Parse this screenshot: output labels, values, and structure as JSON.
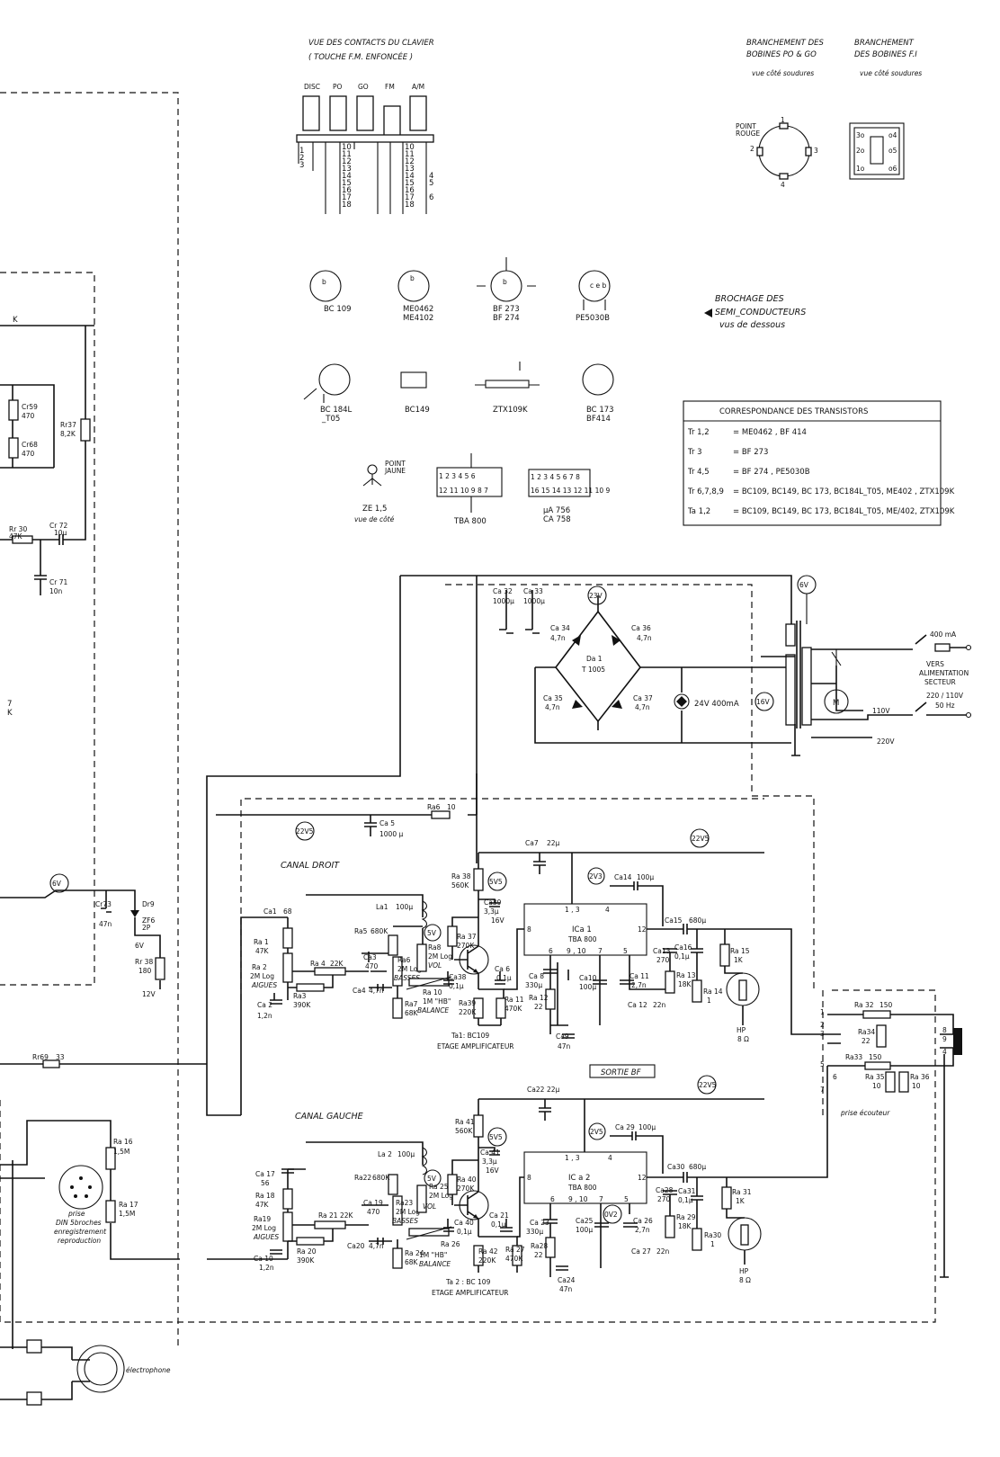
{
  "keyboard": {
    "title1": "VUE DES CONTACTS DU CLAVIER",
    "title2": "( TOUCHE F.M. ENFONCÉE )",
    "keys": [
      "DISC",
      "PO",
      "GO",
      "FM",
      "A/M"
    ]
  },
  "coils": {
    "po_go_title1": "BRANCHEMENT DES",
    "po_go_title2": "BOBINES PO & GO",
    "po_go_sub": "vue côté soudures",
    "fi_title1": "BRANCHEMENT",
    "fi_title2": "DES BOBINES F.I",
    "fi_sub": "vue côté soudures",
    "point_rouge1": "POINT",
    "point_rouge2": "ROUGE"
  },
  "pinout": {
    "title1": "BROCHAGE DES",
    "title2": "SEMI_CONDUCTEURS",
    "title3": "vus de dessous",
    "p1": "BC 109",
    "p2a": "ME0462",
    "p2b": "ME4102",
    "p3a": "BF 273",
    "p3b": "BF 274",
    "p4": "PE5030B",
    "p5a": "BC 184L",
    "p5b": "_T05",
    "p6": "BC149",
    "p7": "ZTX109K",
    "p8a": "BC 173",
    "p8b": "BF414",
    "p9a": "ZE 1,5",
    "p9b": "vue de côté",
    "p9pt1": "POINT",
    "p9pt2": "JAUNE",
    "p10": "TBA 800",
    "p11a": "µA 756",
    "p11b": "CA 758"
  },
  "table": {
    "title": "CORRESPONDANCE DES TRANSISTORS",
    "rows": [
      {
        "k": "Tr 1,2",
        "v": "= ME0462 , BF 414"
      },
      {
        "k": "Tr 3",
        "v": "= BF 273"
      },
      {
        "k": "Tr 4,5",
        "v": "= BF 274 , PE5030B"
      },
      {
        "k": "Tr 6,7,8,9",
        "v": "= BC109, BC149, BC 173, BC184L_T05, ME402 , ZTX109K"
      },
      {
        "k": "Ta 1,2",
        "v": "= BC109, BC149, BC 173, BC184L_T05, ME/402, ZTX109K"
      }
    ]
  },
  "power": {
    "ca32": "Ca 32",
    "ca32v": "1000µ",
    "ca33": "Ca 33",
    "ca33v": "1000µ",
    "ca34": "Ca 34",
    "ca34v": "4,7n",
    "ca36": "Ca 36",
    "ca36v": "4,7n",
    "ca35": "Ca 35",
    "ca35v": "4,7n",
    "ca37": "Ca 37",
    "ca37v": "4,7n",
    "da1": "Da 1",
    "da1v": "T 1005",
    "lamp": "24V  400mA",
    "v23": "23V",
    "v6": "6V",
    "v16": "16V",
    "fuse": "400 mA",
    "mains1": "VERS",
    "mains2": "ALIMENTATION",
    "mains3": "SECTEUR",
    "mains4": "220 / 110V",
    "mains5": "50 Hz",
    "v110": "110V",
    "v220": "220V",
    "motor": "M"
  },
  "left": {
    "k1": "K",
    "cr59": "Cr59",
    "cr59v": "470",
    "cr68": "Cr68",
    "cr68v": "470",
    "rr37": "Rr37",
    "rr37v": "8,2K",
    "rr30": "Rr 30",
    "rr30v": "47K",
    "cr72": "Cr 72",
    "cr72v": "10µ",
    "cr71": "Cr 71",
    "cr71v": "10n",
    "n7": "7",
    "k2": "K",
    "v6b": "6V",
    "cr73": "Cr73",
    "cr73v": "47n",
    "dr9": "Dr9",
    "zf6": "ZF6",
    "zf6v": "2P",
    "v6c": "6V",
    "rr38": "Rr 38",
    "rr38v": "180",
    "v12": "12V",
    "rr69": "Rr69",
    "rr69v": "33",
    "ra16": "Ra 16",
    "ra16v": "1,5M",
    "ra17": "Ra 17",
    "ra17v": "1,5M",
    "din1": "prise",
    "din2": "DIN 5broches",
    "din3": "enregistrement",
    "din4": "reproduction",
    "elec": "électrophone"
  },
  "supply": {
    "ra6": "Ra6",
    "ra6v": "10",
    "ca5": "Ca 5",
    "ca5v": "1000 µ",
    "v22": "22V5"
  },
  "ch_right": {
    "title": "CANAL  DROIT",
    "ca1": "Ca1",
    "ca1v": "68",
    "ra1": "Ra 1",
    "ra1v": "47K",
    "ra2": "Ra 2",
    "ra2v": "2M Log",
    "ra2f": "AIGUES",
    "ca2": "Ca 2",
    "ca2v": "1,2n",
    "ra3": "Ra3",
    "ra3v": "390K",
    "ra4": "Ra 4",
    "ra4v": "22K",
    "la1": "La1",
    "la1v": "100µ",
    "ra5": "Ra5",
    "ra5v": "680K",
    "ca3": "Ca3",
    "ca3v": "470",
    "ca4": "Ca4",
    "ca4v": "4,7n",
    "ra6b": "Ra6",
    "ra6bv": "2M Log",
    "ra6bf": "BASSES",
    "ra7": "Ra7",
    "ra7v": "68K",
    "ra8": "Ra8",
    "ra8v": "2M Log",
    "ra8f": "VOL",
    "ra10": "Ra 10",
    "ra10v": "1M \"HB\"",
    "ra10f": "BALANCE",
    "v5a": "5V",
    "ra37": "Ra 37",
    "ra37v": "270K",
    "ca38": "Ca38",
    "ca38v": "0,1µ",
    "ra38": "Ra 38",
    "ra38v": "560K",
    "v5b": "5V5",
    "ca39": "Ca39",
    "ca39v": "3,3µ",
    "ca39w": "16V",
    "ra39": "Ra39",
    "ra39v": "220K",
    "ra11": "Ra 11",
    "ra11v": "470K",
    "ca6": "Ca 6",
    "ca6v": "0,1µ",
    "ta1": "Ta1: BC109",
    "etage": "ETAGE AMPLIFICATEUR",
    "ca7": "Ca7",
    "ca7v": "22µ",
    "v22b": "22V5",
    "v2": "2V3",
    "ca14": "Ca14",
    "ca14v": "100µ",
    "ic_pins_top": "1 , 3",
    "ic_pin4": "4",
    "ic_pin8": "8",
    "ic_pin12": "12",
    "ic_name": "ICa  1",
    "ic_type": "TBA 800",
    "ic_p6": "6",
    "ic_p910": "9 , 10",
    "ic_p7": "7",
    "ic_p5": "5",
    "ca8": "Ca 8",
    "ca8v": "330µ",
    "ra12": "Ra 12",
    "ra12v": "22",
    "ca9": "Ca9",
    "ca9v": "47n",
    "ca10": "Ca10",
    "ca10v": "100µ",
    "ca11": "Ca 11",
    "ca11v": "2,7n",
    "ca12": "Ca 12",
    "ca12v": "22n",
    "ca13": "Ca13",
    "ca13v": "270",
    "ra13": "Ra 13",
    "ra13v": "18K",
    "ca15": "Ca15",
    "ca15v": "680µ",
    "ca16": "Ca16",
    "ca16v": "0,1µ",
    "ra14": "Ra 14",
    "ra14v": "1",
    "ra15": "Ra 15",
    "ra15v": "1K",
    "hp": "HP",
    "hpv": "8 Ω"
  },
  "sortie": "SORTIE  BF",
  "ch_left": {
    "title": "CANAL  GAUCHE",
    "ca17": "Ca 17",
    "ca17v": "56",
    "ra18": "Ra 18",
    "ra18v": "47K",
    "ra19": "Ra19",
    "ra19v": "2M Log",
    "ra19f": "AIGUES",
    "ca10b": "Ca 10",
    "ca10bv": "1,2n",
    "ra20": "Ra 20",
    "ra20v": "390K",
    "ra21": "Ra 21",
    "ra21v": "22K",
    "la2": "La 2",
    "la2v": "100µ",
    "ra22": "Ra22",
    "ra22v": "680K",
    "ca19": "Ca 19",
    "ca19v": "470",
    "ca20": "Ca20",
    "ca20v": "4,7n",
    "ra23": "Ra23",
    "ra23v": "2M Log",
    "ra23f": "BASSES",
    "ra24": "Ra 24",
    "ra24v": "68K",
    "ra25": "Ra 25",
    "ra25v": "2M Log",
    "ra25f": "VOL",
    "ra26": "Ra 26",
    "ra26v": "1M \"HB\"",
    "ra26f": "BALANCE",
    "v5a": "5V",
    "ra40": "Ra 40",
    "ra40v": "270K",
    "ca40": "Ca 40",
    "ca40v": "0,1µ",
    "ra41": "Ra 41",
    "ra41v": "560K",
    "v5b": "5V5",
    "ca41": "Ca 41",
    "ca41v": "3,3µ",
    "ca41w": "16V",
    "ra42": "Ra 42",
    "ra42v": "220K",
    "ra27": "Ra 27",
    "ra27v": "470K",
    "ca21": "Ca 21",
    "ca21v": "0,1µ",
    "ta2": "Ta 2 : BC 109",
    "etage": "ETAGE AMPLIFICATEUR",
    "ca22": "Ca22",
    "ca22v": "22µ",
    "v22c": "22V5",
    "v2": "2V5",
    "ca29": "Ca 29",
    "ca29v": "100µ",
    "ic_pins_top": "1 , 3",
    "ic_pin4": "4",
    "ic_pin8": "8",
    "ic_pin12": "12",
    "ic_name": "IC a  2",
    "ic_type": "TBA 800",
    "ic_p6": "6",
    "ic_p910": "9 , 10",
    "ic_p7": "7",
    "ic_p5": "5",
    "ca23": "Ca 23",
    "ca23v": "330µ",
    "ra28": "Ra28",
    "ra28v": "22",
    "ca24": "Ca24",
    "ca24v": "47n",
    "ca25": "Ca25",
    "ca25v": "100µ",
    "v02": "0V2",
    "ca26": "Ca 26",
    "ca26v": "2,7n",
    "ca27": "Ca 27",
    "ca27v": "22n",
    "ca28": "Ca28",
    "ca28v": "270",
    "ra29": "Ra 29",
    "ra29v": "18K",
    "ca30": "Ca30",
    "ca30v": "680µ",
    "ca31": "Ca31",
    "ca31v": "0,1µ",
    "ra30": "Ra30",
    "ra30v": "1",
    "ra31": "Ra 31",
    "ra31v": "1K",
    "hp": "HP",
    "hpv": "8 Ω"
  },
  "headphone": {
    "ra32": "Ra 32",
    "ra32v": "150",
    "ra34": "Ra34",
    "ra34v": "22",
    "ra33": "Ra33",
    "ra33v": "150",
    "ra35": "Ra 35",
    "ra35v": "10",
    "ra36": "Ra 36",
    "ra36v": "10",
    "pins": [
      "1",
      "2",
      "3",
      "5",
      "6",
      "7"
    ],
    "jack": [
      "8",
      "9",
      "4"
    ],
    "label": "prise écouteur"
  }
}
